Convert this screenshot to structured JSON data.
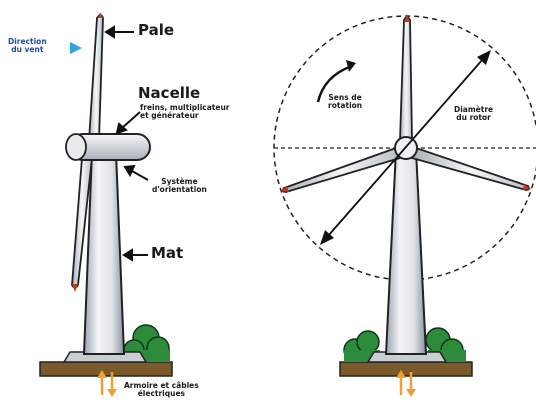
{
  "labels": {
    "pale": "Pale",
    "direction_vent_line1": "Direction",
    "direction_vent_line2": "du vent",
    "nacelle": "Nacelle",
    "nacelle_detail_line1": "freins, multiplicateur",
    "nacelle_detail_line2": "et générateur",
    "systeme_line1": "Système",
    "systeme_line2": "d'orientation",
    "mat": "Mat",
    "armoire_line1": "Armoire et câbles",
    "armoire_line2": "électriques",
    "sens_line1": "Sens de",
    "sens_line2": "rotation",
    "diametre_line1": "Diamètre",
    "diametre_line2": "du rotor"
  },
  "colors": {
    "wind_arrow": "#2ea3e6",
    "blade_tip": "#c0391b",
    "grass": "#2d8c3c",
    "ground": "#7a5a2a",
    "arrow_orange": "#f0a030"
  }
}
